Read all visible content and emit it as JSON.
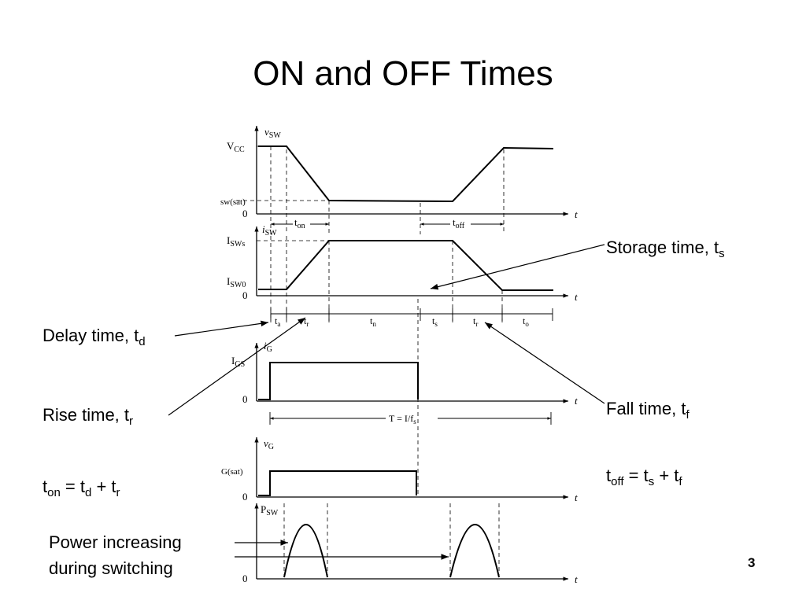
{
  "title": "ON and OFF Times",
  "page_number": "3",
  "callouts": {
    "storage": {
      "text": "Storage time, t",
      "sub": "s"
    },
    "delay": {
      "text": "Delay time, t",
      "sub": "d"
    },
    "rise": {
      "text": "Rise time, t",
      "sub": "r"
    },
    "fall": {
      "text": "Fall time, t",
      "sub": "f"
    },
    "power_line1": "Power increasing",
    "power_line2": "during switching"
  },
  "equations": {
    "ton": {
      "lhs": "t",
      "lhs_sub": "on",
      "eq": " = t",
      "a_sub": "d",
      "plus": " + t",
      "b_sub": "r"
    },
    "toff": {
      "lhs": "t",
      "lhs_sub": "off",
      "eq": " = t",
      "a_sub": "s",
      "plus": " + t",
      "b_sub": "f"
    }
  },
  "waveforms": {
    "v_sw": {
      "y_label": "v",
      "y_sub": "SW",
      "high_label": "V",
      "high_sub": "CC",
      "low_label": "sw(sat)",
      "zero": "0",
      "t": "t",
      "ton_label": "t",
      "ton_sub": "on",
      "toff_label": "t",
      "toff_sub": "off"
    },
    "i_sw": {
      "y_label": "i",
      "y_sub": "SW",
      "high_label": "I",
      "high_sub": "SWs",
      "low_label": "I",
      "low_sub": "SW0",
      "zero": "0",
      "t": "t"
    },
    "intervals": [
      {
        "label": "t",
        "sub": "a"
      },
      {
        "label": "t",
        "sub": "r"
      },
      {
        "label": "t",
        "sub": "n"
      },
      {
        "label": "t",
        "sub": "s"
      },
      {
        "label": "t",
        "sub": "r"
      },
      {
        "label": "t",
        "sub": "o"
      }
    ],
    "i_g": {
      "y_label": "i",
      "y_sub": "G",
      "high_label": "I",
      "high_sub": "GS",
      "zero": "0",
      "t": "t",
      "period_label": "T = I/f",
      "period_sub": "s"
    },
    "v_g": {
      "y_label": "v",
      "y_sub": "G",
      "high_label": "G(sat)",
      "zero": "0",
      "t": "t"
    },
    "p_sw": {
      "y_label": "P",
      "y_sub": "SW",
      "zero": "0",
      "t": "t"
    }
  },
  "colors": {
    "line": "#000000",
    "background": "#ffffff"
  }
}
